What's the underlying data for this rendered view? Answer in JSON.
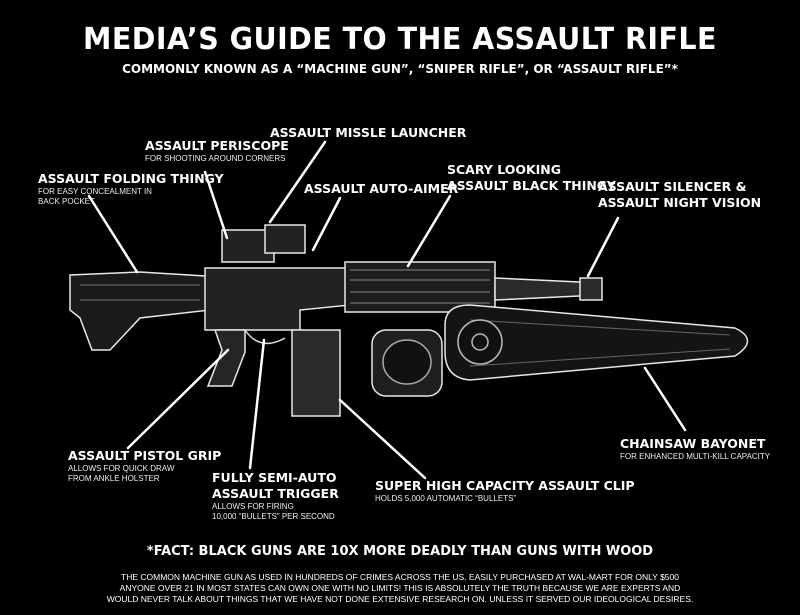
{
  "title": "MEDIA’S GUIDE TO THE ASSAULT RIFLE",
  "subtitle": "COMMONLY KNOWN AS A “MACHINE GUN”, “SNIPER RIFLE”, OR “ASSAULT RIFLE”*",
  "labels": {
    "periscope": {
      "heading": "ASSAULT PERISCOPE",
      "sub": [
        "FOR SHOOTING AROUND CORNERS"
      ]
    },
    "missile": {
      "heading": "ASSAULT MISSLE LAUNCHER",
      "sub": []
    },
    "folding": {
      "heading": "ASSAULT FOLDING THINGY",
      "sub": [
        "FOR EASY CONCEALMENT IN",
        "BACK POCKET"
      ]
    },
    "aimer": {
      "heading": "ASSAULT AUTO-AIMER",
      "sub": []
    },
    "scary": {
      "heading": [
        "SCARY LOOKING",
        "ASSAULT BLACK THINGY"
      ],
      "sub": []
    },
    "silencer": {
      "heading": [
        "ASSAULT SILENCER  &",
        "ASSAULT NIGHT VISION"
      ],
      "sub": []
    },
    "grip": {
      "heading": "ASSAULT PISTOL GRIP",
      "sub": [
        "ALLOWS FOR QUICK DRAW",
        "FROM ANKLE HOLSTER"
      ]
    },
    "trigger": {
      "heading": [
        "FULLY SEMI-AUTO",
        "ASSAULT TRIGGER"
      ],
      "sub": [
        "ALLOWS FOR FIRING",
        "10,000 “BULLETS” PER SECOND"
      ]
    },
    "clip": {
      "heading": "SUPER HIGH CAPACITY ASSAULT CLIP",
      "sub": [
        "HOLDS 5,000 AUTOMATIC “BULLETS”"
      ]
    },
    "bayonet": {
      "heading": "CHAINSAW BAYONET",
      "sub": [
        "FOR ENHANCED MULTI-KILL CAPACITY"
      ]
    }
  },
  "fact": "*FACT: BLACK GUNS ARE 10X MORE DEADLY THAN GUNS WITH WOOD",
  "footer": [
    "THE COMMON MACHINE GUN AS USED IN HUNDREDS OF CRIMES ACROSS THE US.   EASILY PURCHASED AT WAL-MART FOR ONLY $500",
    "ANYONE OVER 21 IN MOST STATES CAN OWN ONE WITH NO LIMITS!  THIS IS ABSOLUTELY THE TRUTH BECAUSE WE ARE EXPERTS AND",
    "WOULD NEVER TALK ABOUT THINGS THAT WE HAVE NOT DONE EXTENSIVE RESEARCH ON. UNLESS IT SERVED OUR IDEOLOGICAL DESIRES."
  ]
}
